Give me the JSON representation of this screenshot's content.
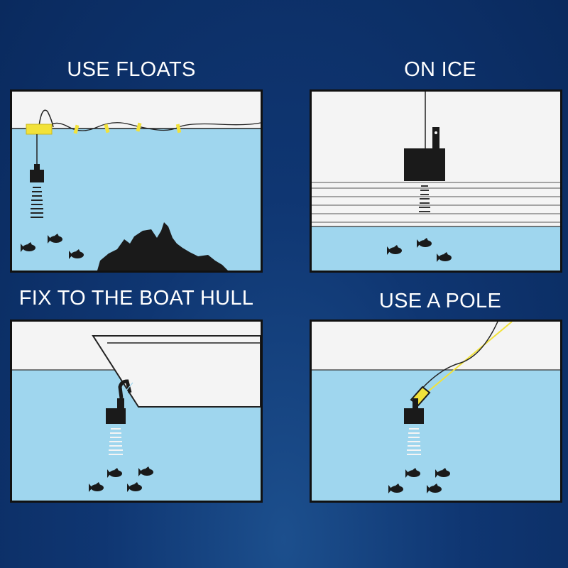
{
  "panels": [
    {
      "id": "floats",
      "title": "USE FLOATS"
    },
    {
      "id": "ice",
      "title": "ON ICE"
    },
    {
      "id": "hull",
      "title": "FIX TO THE BOAT HULL"
    },
    {
      "id": "pole",
      "title": "USE A POLE"
    }
  ],
  "colors": {
    "background": "#0f3672",
    "water": "#9fd6ee",
    "sky": "#f4f4f4",
    "float": "#f2e23a",
    "transducer": "#1a1a1a"
  }
}
